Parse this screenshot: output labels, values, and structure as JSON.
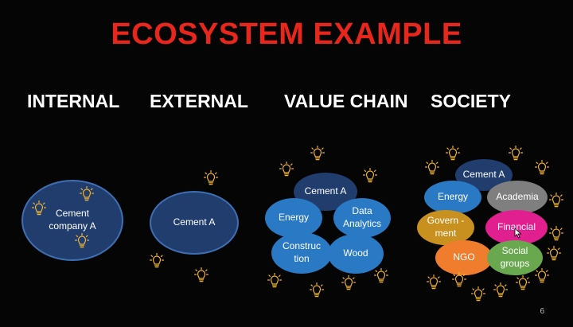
{
  "slide": {
    "title": "ECOSYSTEM EXAMPLE",
    "page_number": "6"
  },
  "columns": {
    "internal": {
      "heading": "INTERNAL",
      "node": "Cement company A"
    },
    "external": {
      "heading": "EXTERNAL",
      "node": "Cement A"
    },
    "value_chain": {
      "heading": "VALUE CHAIN",
      "nodes": {
        "cement": "Cement A",
        "energy": "Energy",
        "data": "Data Analytics",
        "construction": "Construc tion",
        "wood": "Wood"
      }
    },
    "society": {
      "heading": "SOCIETY",
      "nodes": {
        "cement": "Cement A",
        "energy": "Energy",
        "academia": "Academia",
        "government": "Govern - ment",
        "financial": "Financial",
        "ngo": "NGO",
        "social": "Social groups"
      }
    }
  },
  "colors": {
    "title": "#e8261c",
    "dark_node": "#203d6e",
    "blue_node": "#2a79c4",
    "grey_node": "#7f7f7f",
    "gold_node": "#c8901f",
    "pink_node": "#e21f8f",
    "orange_node": "#ef7d2d",
    "green_node": "#6aa84f",
    "bulb": "#f2b434"
  },
  "icons": {
    "bulb": "lightbulb-icon",
    "pointer": "mouse-pointer-icon"
  }
}
